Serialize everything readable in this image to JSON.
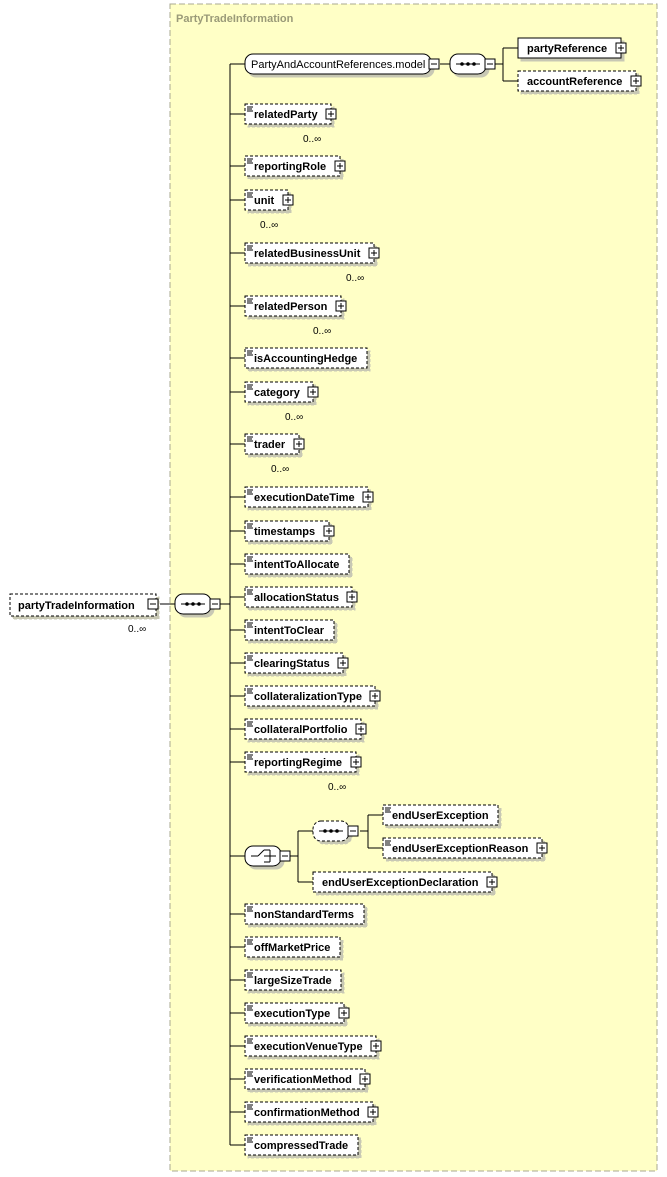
{
  "panel": {
    "title": "PartyTradeInformation"
  },
  "root": {
    "label": "partyTradeInformation",
    "cardinality": "0..∞"
  },
  "model_group": {
    "label": "PartyAndAccountReferences.model",
    "children": [
      {
        "label": "partyReference",
        "optional": false,
        "expandable": true
      },
      {
        "label": "accountReference",
        "optional": true,
        "expandable": true
      }
    ]
  },
  "elements": [
    {
      "label": "relatedParty",
      "expandable": true,
      "cardinality": "0..∞"
    },
    {
      "label": "reportingRole",
      "expandable": true,
      "cardinality": ""
    },
    {
      "label": "unit",
      "expandable": true,
      "cardinality": "0..∞"
    },
    {
      "label": "relatedBusinessUnit",
      "expandable": true,
      "cardinality": "0..∞"
    },
    {
      "label": "relatedPerson",
      "expandable": true,
      "cardinality": "0..∞"
    },
    {
      "label": "isAccountingHedge",
      "expandable": false,
      "cardinality": ""
    },
    {
      "label": "category",
      "expandable": true,
      "cardinality": "0..∞"
    },
    {
      "label": "trader",
      "expandable": true,
      "cardinality": "0..∞"
    },
    {
      "label": "executionDateTime",
      "expandable": true,
      "cardinality": ""
    },
    {
      "label": "timestamps",
      "expandable": true,
      "cardinality": ""
    },
    {
      "label": "intentToAllocate",
      "expandable": false,
      "cardinality": ""
    },
    {
      "label": "allocationStatus",
      "expandable": true,
      "cardinality": ""
    },
    {
      "label": "intentToClear",
      "expandable": false,
      "cardinality": ""
    },
    {
      "label": "clearingStatus",
      "expandable": true,
      "cardinality": ""
    },
    {
      "label": "collateralizationType",
      "expandable": true,
      "cardinality": ""
    },
    {
      "label": "collateralPortfolio",
      "expandable": true,
      "cardinality": ""
    },
    {
      "label": "reportingRegime",
      "expandable": true,
      "cardinality": "0..∞"
    }
  ],
  "choice_group": {
    "sequence_children": [
      {
        "label": "endUserException",
        "expandable": false
      },
      {
        "label": "endUserExceptionReason",
        "expandable": true
      }
    ],
    "other": {
      "label": "endUserExceptionDeclaration",
      "expandable": true
    }
  },
  "elements_after": [
    {
      "label": "nonStandardTerms",
      "expandable": false
    },
    {
      "label": "offMarketPrice",
      "expandable": false
    },
    {
      "label": "largeSizeTrade",
      "expandable": false
    },
    {
      "label": "executionType",
      "expandable": true
    },
    {
      "label": "executionVenueType",
      "expandable": true
    },
    {
      "label": "verificationMethod",
      "expandable": true
    },
    {
      "label": "confirmationMethod",
      "expandable": true
    },
    {
      "label": "compressedTrade",
      "expandable": false
    }
  ],
  "colors": {
    "panel_bg": "#ffffc6",
    "panel_border": "#a8a890",
    "box_bg": "#ffffff",
    "line": "#000000"
  }
}
